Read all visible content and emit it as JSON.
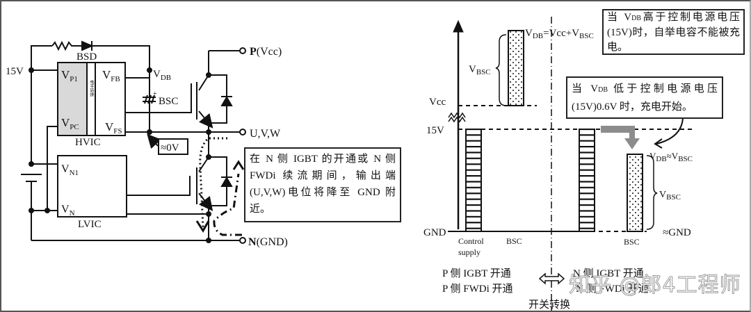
{
  "circuit": {
    "supply_label": "15V",
    "bootstrap_diode_label": "BSD",
    "hvic": {
      "name": "HVIC",
      "pins": {
        "vp1": {
          "main": "V",
          "sub": "P1"
        },
        "vpc": {
          "main": "V",
          "sub": "PC"
        },
        "vfb": {
          "main": "V",
          "sub": "FB"
        },
        "vfs": {
          "main": "V",
          "sub": "FS"
        }
      },
      "level_shift_label": "电平转换"
    },
    "lvic": {
      "name": "LVIC",
      "pins": {
        "vn1": {
          "main": "V",
          "sub": "N1"
        },
        "vn": {
          "main": "V",
          "sub": "N"
        }
      }
    },
    "vdb_label": {
      "main": "V",
      "sub": "DB"
    },
    "capacitor_label": "BSC",
    "capacitor_polarity": "+",
    "approx_zero_label": "≈0V",
    "terminals": {
      "p": {
        "bold": "P",
        "rest": "(Vcc)"
      },
      "out": "U,V,W",
      "n": {
        "bold": "N",
        "rest": "(GND)"
      }
    },
    "note": "在 N 侧 IGBT 的开通或 N 侧 FWDi 续流期间，输出端 (U,V,W)电位将降至 GND 附近。"
  },
  "chart": {
    "axis_labels": {
      "vcc": "Vcc",
      "v15": "15V",
      "gnd": "GND",
      "approx_gnd": "≈GND"
    },
    "left_phase": {
      "control_supply_label_1": "Control",
      "control_supply_label_2": "supply",
      "bsc_label": "BSC",
      "vdb_eq": {
        "v1": "V",
        "s1": "DB",
        "rest": "=Vcc+V",
        "s2": "BSC"
      },
      "vbsc": {
        "main": "V",
        "sub": "BSC"
      },
      "state_line_1": "P 侧 IGBT 开通",
      "state_line_2": "P 侧 FWDi 开通"
    },
    "right_phase": {
      "bsc_label": "BSC",
      "vdb_approx": {
        "v1": "V",
        "s1": "DB",
        "rest": "≈V",
        "s2": "BSC"
      },
      "vbsc": {
        "main": "V",
        "sub": "BSC"
      },
      "state_line_1": "N 侧 IGBT 开通",
      "state_line_2": "N 侧 FWDi 开通"
    },
    "switch_label": "开关转换",
    "note_top": {
      "prefix": "当 V",
      "sub": "DB",
      "text": "高于控制电源电压(15V)时，自举电容不能被充电。"
    },
    "note_mid": {
      "prefix": "当 V",
      "sub": "DB",
      "text": "低于控制电源电压(15V)0.6V 时，充电开始。"
    }
  },
  "watermark": "知乎 @郎4工程师",
  "colors": {
    "line": "#111111",
    "gray_fill": "#d9d9d9",
    "arrow_gray": "#8c8c8c"
  }
}
